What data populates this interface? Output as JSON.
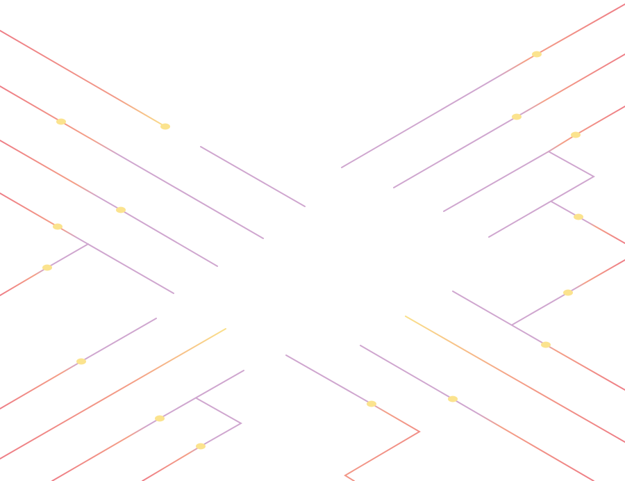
{
  "colors": {
    "background": "#ffffff",
    "red": "#ee7d86",
    "orange": "#f4a087",
    "purple": "#cfa6cf",
    "yellow": "#fae08a",
    "node": "#fbe38e"
  },
  "graphic": {
    "kind": "abstract-circuit-lines",
    "line_count": 20,
    "node_count": 17,
    "icon": "circuit-trace-pattern"
  }
}
